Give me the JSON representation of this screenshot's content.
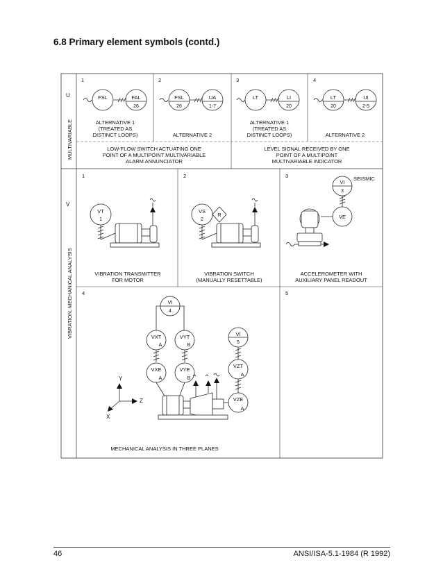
{
  "page": {
    "title": "6.8 Primary element symbols (contd.)",
    "page_number": "46",
    "standard_id": "ANSI/ISA-5.1-1984 (R 1992)"
  },
  "multivariable": {
    "letter": "U",
    "side_label": "MULTIVARIABLE",
    "cells": [
      {
        "num": "1",
        "b1": "FSL",
        "b2": "FAL",
        "b2n": "26",
        "caption": [
          "ALTERNATIVE 1",
          "(TREATED AS",
          "DISTINCT LOOPS)"
        ]
      },
      {
        "num": "2",
        "b1": "FSL",
        "b1n": "26",
        "b2": "UA",
        "b2n": "1-7",
        "caption": [
          "ALTERNATIVE 2"
        ]
      },
      {
        "num": "3",
        "b1": "LT",
        "b2": "LI",
        "b2n": "20",
        "caption": [
          "ALTERNATIVE 1",
          "(TREATED AS",
          "DISTINCT LOOPS)"
        ]
      },
      {
        "num": "4",
        "b1": "LT",
        "b1n": "20",
        "b2": "UI",
        "b2n": "2-5",
        "caption": [
          "ALTERNATIVE 2"
        ]
      }
    ],
    "desc_left": [
      "LOW-FLOW SWITCH ACTUATING ONE",
      "POINT OF A MULTIPOINT MULTIVARIABLE",
      "ALARM ANNUNCIATOR"
    ],
    "desc_right": [
      "LEVEL SIGNAL RECEIVED BY ONE",
      "POINT OF A MULTIPOINT",
      "MULTIVARIABLE INDICATOR"
    ]
  },
  "vibration": {
    "letter": "V",
    "side_label": "VIBRATION, MECHANICAL ANALYSIS",
    "cell1": {
      "num": "1",
      "tag": "VT",
      "n": "1",
      "caption": [
        "VIBRATION TRANSMITTER",
        "FOR MOTOR"
      ]
    },
    "cell2": {
      "num": "2",
      "tag": "VS",
      "n": "2",
      "diamond": "R",
      "caption": [
        "VIBRATION SWITCH",
        "(MANUALLY RESETTABLE)"
      ]
    },
    "cell3": {
      "num": "3",
      "seismic": "SEISMIC",
      "vi": "VI",
      "vin": "3",
      "ve": "VE",
      "caption": [
        "ACCELEROMETER WITH",
        "AUXILIARY PANEL READOUT"
      ]
    },
    "cell4": {
      "num": "4",
      "vi4": "VI",
      "vi4n": "4",
      "vxt": "VXT",
      "vyt": "VYT",
      "vxe": "VXE",
      "vye": "VYE",
      "a": "A",
      "b": "B",
      "vi5": "VI",
      "vi5n": "5",
      "vzt": "VZT",
      "vze": "VZE",
      "axis_y": "Y",
      "axis_z": "Z",
      "axis_x": "X",
      "caption": "MECHANICAL ANALYSIS IN THREE PLANES"
    },
    "cell5": {
      "num": "5"
    }
  }
}
